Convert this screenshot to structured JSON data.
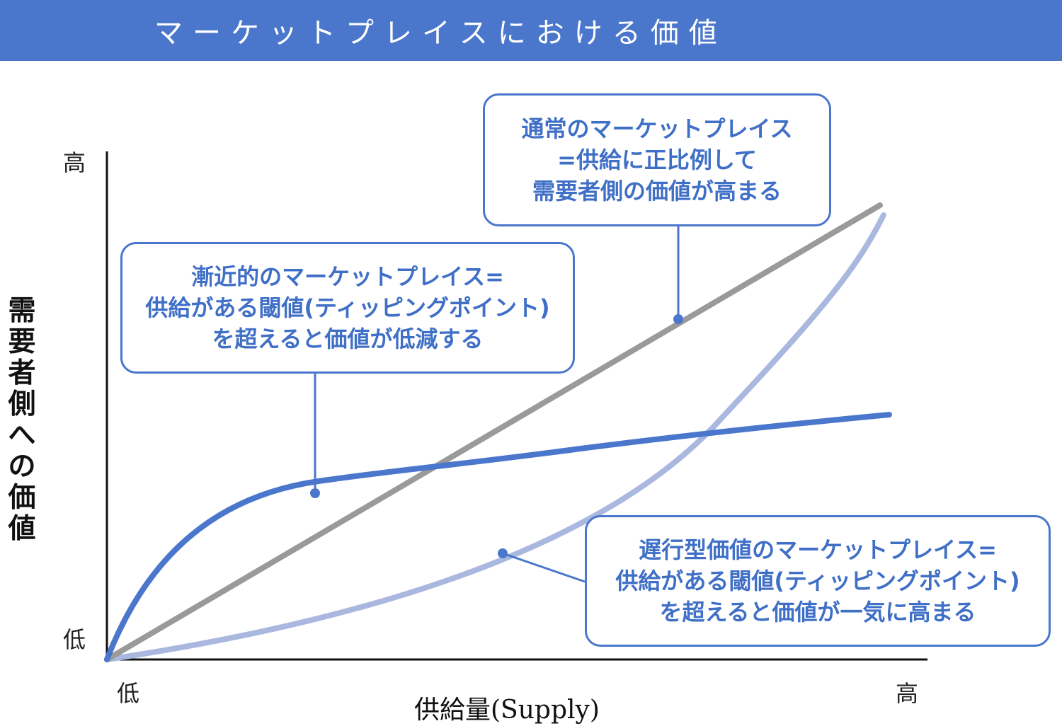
{
  "header": {
    "title": "マーケットプレイスにおける価値",
    "bg_color": "#4a77cc"
  },
  "axes": {
    "y_label": "需要者側への価値",
    "y_high": "高",
    "y_low": "低",
    "x_label": "供給量(Supply)",
    "x_low": "低",
    "x_high": "高"
  },
  "callouts": {
    "normal": {
      "lines": [
        "通常のマーケットプレイス",
        "=供給に正比例して",
        "需要者側の価値が高まる"
      ]
    },
    "asymptotic": {
      "lines": [
        "漸近的のマーケットプレイス=",
        "供給がある閾値(ティッピングポイント)",
        "を超えると価値が低減する"
      ]
    },
    "delayed": {
      "lines": [
        "遅行型価値のマーケットプレイス=",
        "供給がある閾値(ティッピングポイント)",
        "を超えると価値が一気に高まる"
      ]
    }
  },
  "colors": {
    "normal": "#9a9a9a",
    "asymptotic": "#4a77cc",
    "delayed": "#aab8e0",
    "callout_border": "#4a77cc",
    "callout_text": "#3f6fc6"
  }
}
